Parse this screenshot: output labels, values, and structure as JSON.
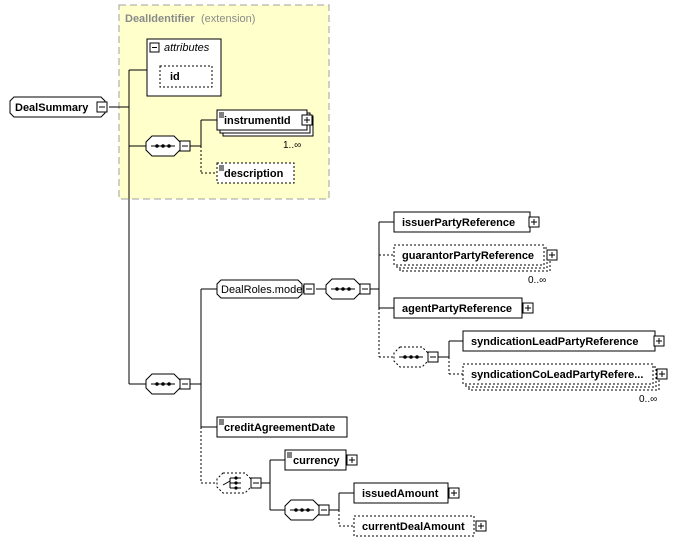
{
  "root": {
    "label": "DealSummary"
  },
  "extension": {
    "title": "DealIdentifier",
    "subtitle": "(extension)"
  },
  "attributes": {
    "label": "attributes",
    "items": [
      "id"
    ]
  },
  "elements": {
    "instrumentId": {
      "label": "instrumentId",
      "cardinality": "1..∞"
    },
    "description": {
      "label": "description"
    },
    "dealRolesModel": {
      "label": "DealRoles.model"
    },
    "issuerPartyReference": {
      "label": "issuerPartyReference"
    },
    "guarantorPartyReference": {
      "label": "guarantorPartyReference",
      "cardinality": "0..∞"
    },
    "agentPartyReference": {
      "label": "agentPartyReference"
    },
    "syndicationLeadPartyReference": {
      "label": "syndicationLeadPartyReference"
    },
    "syndicationCoLeadPartyReference": {
      "label": "syndicationCoLeadPartyRefere...",
      "cardinality": "0..∞"
    },
    "creditAgreementDate": {
      "label": "creditAgreementDate"
    },
    "currency": {
      "label": "currency"
    },
    "issuedAmount": {
      "label": "issuedAmount"
    },
    "currentDealAmount": {
      "label": "currentDealAmount"
    }
  }
}
